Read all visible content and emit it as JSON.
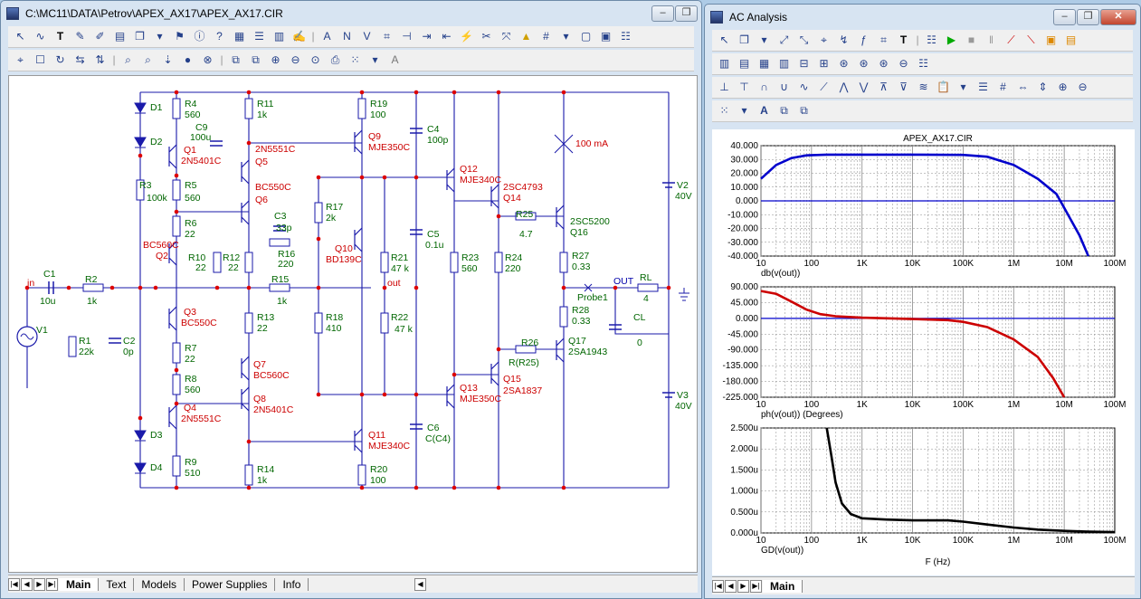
{
  "schematic_window": {
    "title": "C:\\MC11\\DATA\\Petrov\\APEX_AX17\\APEX_AX17.CIR",
    "tabs": [
      "Main",
      "Text",
      "Models",
      "Power Supplies",
      "Info"
    ],
    "active_tab": "Main"
  },
  "analysis_window": {
    "title": "AC Analysis",
    "tabs": [
      "Main"
    ]
  },
  "components": [
    {
      "id": "D1",
      "label": "D1",
      "value": ""
    },
    {
      "id": "D2",
      "label": "D2",
      "value": ""
    },
    {
      "id": "D3",
      "label": "D3",
      "value": ""
    },
    {
      "id": "D4",
      "label": "D4",
      "value": ""
    },
    {
      "id": "R4",
      "label": "R4",
      "value": "560"
    },
    {
      "id": "C9",
      "label": "C9",
      "value": "100u"
    },
    {
      "id": "R11",
      "label": "R11",
      "value": "1k"
    },
    {
      "id": "R19",
      "label": "R19",
      "value": "100"
    },
    {
      "id": "C4",
      "label": "C4",
      "value": "100p"
    },
    {
      "id": "Q1",
      "label": "Q1",
      "value": "2N5401C"
    },
    {
      "id": "Q5",
      "label": "Q5",
      "value": "2N5551C"
    },
    {
      "id": "Q9",
      "label": "Q9",
      "value": "MJE350C"
    },
    {
      "id": "Q12",
      "label": "Q12",
      "value": "MJE340C"
    },
    {
      "id": "Q14",
      "label": "Q14",
      "value": "2SC4793"
    },
    {
      "id": "R3",
      "label": "R3",
      "value": "100k"
    },
    {
      "id": "R5",
      "label": "R5",
      "value": "560"
    },
    {
      "id": "Q6",
      "label": "Q6",
      "value": "BC550C"
    },
    {
      "id": "R17",
      "label": "R17",
      "value": "2k"
    },
    {
      "id": "R6",
      "label": "R6",
      "value": "22"
    },
    {
      "id": "C3",
      "label": "C3",
      "value": "33p"
    },
    {
      "id": "R25",
      "label": "R25",
      "value": "4.7"
    },
    {
      "id": "Q16",
      "label": "Q16",
      "value": "2SC5200"
    },
    {
      "id": "Q2",
      "label": "Q2",
      "value": "BC560C"
    },
    {
      "id": "Q10",
      "label": "Q10",
      "value": "BD139C"
    },
    {
      "id": "R10",
      "label": "R10",
      "value": "22"
    },
    {
      "id": "R12",
      "label": "R12",
      "value": "22"
    },
    {
      "id": "R16",
      "label": "R16",
      "value": "220"
    },
    {
      "id": "R21",
      "label": "R21",
      "value": "47 k"
    },
    {
      "id": "C5",
      "label": "C5",
      "value": "0.1u"
    },
    {
      "id": "R23",
      "label": "R23",
      "value": "560"
    },
    {
      "id": "R24",
      "label": "R24",
      "value": "220"
    },
    {
      "id": "R27",
      "label": "R27",
      "value": "0.33"
    },
    {
      "id": "C1",
      "label": "C1",
      "value": "10u"
    },
    {
      "id": "R2",
      "label": "R2",
      "value": "1k"
    },
    {
      "id": "R15",
      "label": "R15",
      "value": "1k"
    },
    {
      "id": "RL",
      "label": "RL",
      "value": "4"
    },
    {
      "id": "Q3",
      "label": "Q3",
      "value": "BC550C"
    },
    {
      "id": "R13",
      "label": "R13",
      "value": "22"
    },
    {
      "id": "R18",
      "label": "R18",
      "value": "410"
    },
    {
      "id": "R22",
      "label": "R22",
      "value": "47 k"
    },
    {
      "id": "R28",
      "label": "R28",
      "value": "0.33"
    },
    {
      "id": "CL",
      "label": "CL",
      "value": "0"
    },
    {
      "id": "V1",
      "label": "V1",
      "value": ""
    },
    {
      "id": "R1",
      "label": "R1",
      "value": "22k"
    },
    {
      "id": "C2",
      "label": "C2",
      "value": "0p"
    },
    {
      "id": "R7",
      "label": "R7",
      "value": "22"
    },
    {
      "id": "R26",
      "label": "R26",
      "value": "R(R25)"
    },
    {
      "id": "Q17",
      "label": "Q17",
      "value": "2SA1943"
    },
    {
      "id": "Q7",
      "label": "Q7",
      "value": "BC560C"
    },
    {
      "id": "R8",
      "label": "R8",
      "value": "560"
    },
    {
      "id": "Q13",
      "label": "Q13",
      "value": "MJE350C"
    },
    {
      "id": "Q15",
      "label": "Q15",
      "value": "2SA1837"
    },
    {
      "id": "Q4",
      "label": "Q4",
      "value": "2N5551C"
    },
    {
      "id": "Q8",
      "label": "Q8",
      "value": "2N5401C"
    },
    {
      "id": "C6",
      "label": "C6",
      "value": "C(C4)"
    },
    {
      "id": "Q11",
      "label": "Q11",
      "value": "MJE340C"
    },
    {
      "id": "R9",
      "label": "R9",
      "value": "510"
    },
    {
      "id": "R14",
      "label": "R14",
      "value": "1k"
    },
    {
      "id": "R20",
      "label": "R20",
      "value": "100"
    },
    {
      "id": "V2",
      "label": "V2",
      "value": "40V"
    },
    {
      "id": "V3",
      "label": "V3",
      "value": "40V"
    }
  ],
  "nodes": {
    "in": "in",
    "out_node": "out",
    "OUT": "OUT",
    "probe": "Probe1",
    "current_marker": "100 mA"
  },
  "plots": [
    {
      "title": "APEX_AX17.CIR",
      "ylabel": "db(v(out))",
      "color": "#0000cc",
      "y_ticks": [
        "40.000",
        "30.000",
        "20.000",
        "10.000",
        "0.000",
        "-10.000",
        "-20.000",
        "-30.000",
        "-40.000"
      ],
      "ylim": [
        -40,
        40
      ],
      "points": [
        [
          10,
          16
        ],
        [
          20,
          26
        ],
        [
          40,
          31
        ],
        [
          80,
          33
        ],
        [
          200,
          33.5
        ],
        [
          1000,
          33.5
        ],
        [
          10000,
          33.5
        ],
        [
          100000,
          33.3
        ],
        [
          300000,
          32
        ],
        [
          1000000,
          26
        ],
        [
          3000000,
          16
        ],
        [
          7000000,
          5
        ],
        [
          10000000,
          -5
        ],
        [
          20000000,
          -25
        ],
        [
          30000000,
          -40
        ]
      ]
    },
    {
      "ylabel": "ph(v(out)) (Degrees)",
      "color": "#cc0000",
      "y_ticks": [
        "90.000",
        "45.000",
        "0.000",
        "-45.000",
        "-90.000",
        "-135.000",
        "-180.000",
        "-225.000"
      ],
      "ylim": [
        -225,
        90
      ],
      "points": [
        [
          10,
          78
        ],
        [
          20,
          70
        ],
        [
          40,
          48
        ],
        [
          80,
          25
        ],
        [
          150,
          12
        ],
        [
          300,
          6
        ],
        [
          1000,
          2
        ],
        [
          10000,
          -2
        ],
        [
          50000,
          -5
        ],
        [
          100000,
          -10
        ],
        [
          300000,
          -25
        ],
        [
          1000000,
          -60
        ],
        [
          3000000,
          -110
        ],
        [
          6000000,
          -170
        ],
        [
          10000000,
          -225
        ]
      ]
    },
    {
      "ylabel": "GD(v(out))",
      "color": "#000000",
      "y_ticks": [
        "2.500u",
        "2.000u",
        "1.500u",
        "1.000u",
        "0.500u",
        "0.000u"
      ],
      "ylim": [
        0,
        2.5
      ],
      "points": [
        [
          200,
          2.5
        ],
        [
          250,
          1.8
        ],
        [
          300,
          1.2
        ],
        [
          400,
          0.7
        ],
        [
          600,
          0.45
        ],
        [
          1000,
          0.35
        ],
        [
          3000,
          0.32
        ],
        [
          10000,
          0.3
        ],
        [
          50000,
          0.3
        ],
        [
          100000,
          0.27
        ],
        [
          300000,
          0.2
        ],
        [
          1000000,
          0.13
        ],
        [
          3000000,
          0.08
        ],
        [
          10000000,
          0.05
        ],
        [
          30000000,
          0.03
        ],
        [
          100000000,
          0.02
        ]
      ]
    }
  ],
  "x_ticks": [
    "10",
    "100",
    "1K",
    "10K",
    "100K",
    "1M",
    "10M",
    "100M"
  ],
  "xlabel": "F (Hz)"
}
